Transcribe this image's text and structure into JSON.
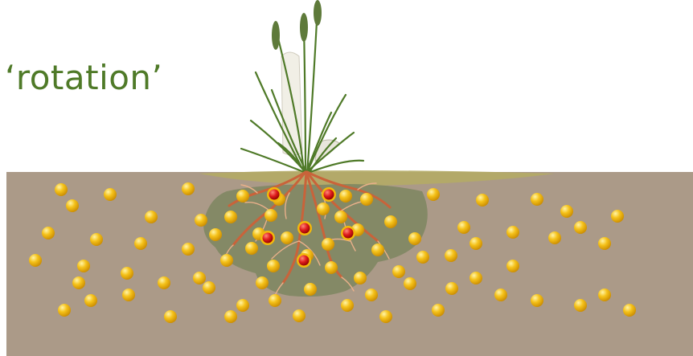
{
  "title": "‘rotation’",
  "colors": {
    "soil": "#ab9a88",
    "depletion_zone": "#7d8660",
    "surface_grass": "#b4ab66",
    "root": "#c9633a",
    "nutrient_yellow": "#f2b90c",
    "nutrient_red": "#e01e1e",
    "title": "#4f7a28"
  },
  "icons": {
    "plant": "wheat-plant-icon",
    "roots": "root-system-icon",
    "nutrient": "nutrient-granule-icon"
  },
  "nutrient_counts": {
    "yellow": 76,
    "red": 6
  }
}
